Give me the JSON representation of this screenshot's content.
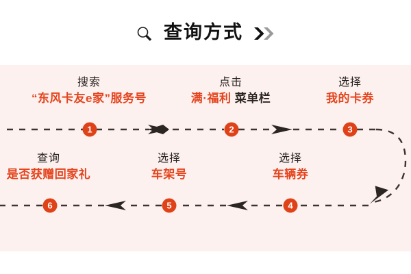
{
  "header": {
    "title": "查询方式",
    "search_icon": "search-icon",
    "chevron_icons": [
      "chevron-right-dark-icon",
      "chevron-right-gray-icon"
    ]
  },
  "colors": {
    "panel_background": "#FDF1EF",
    "page_background": "#FFFFFF",
    "accent": "#E4441D",
    "badge": "#DF4218",
    "label_text": "#26221F",
    "line": "#3A332E",
    "chevron_dark": "#111111",
    "chevron_gray": "#9A9A9A"
  },
  "flow": {
    "row1": [
      {
        "number": "1",
        "label": "搜索",
        "value": "“东风卡友e家”服务号",
        "value_neutral": ""
      },
      {
        "number": "2",
        "label": "点击",
        "value": "满·福利 ",
        "value_neutral": "菜单栏"
      },
      {
        "number": "3",
        "label": "选择",
        "value": "我的卡券",
        "value_neutral": ""
      }
    ],
    "row2": [
      {
        "number": "4",
        "label": "选择",
        "value": "车辆券",
        "value_neutral": ""
      },
      {
        "number": "5",
        "label": "选择",
        "value": "车架号",
        "value_neutral": ""
      },
      {
        "number": "6",
        "label": "查询",
        "value": "是否获赠回家礼",
        "value_neutral": ""
      }
    ],
    "connectors": {
      "row1_direction": "right",
      "row2_direction": "left",
      "wrap_corner": "right-curve-down"
    }
  }
}
